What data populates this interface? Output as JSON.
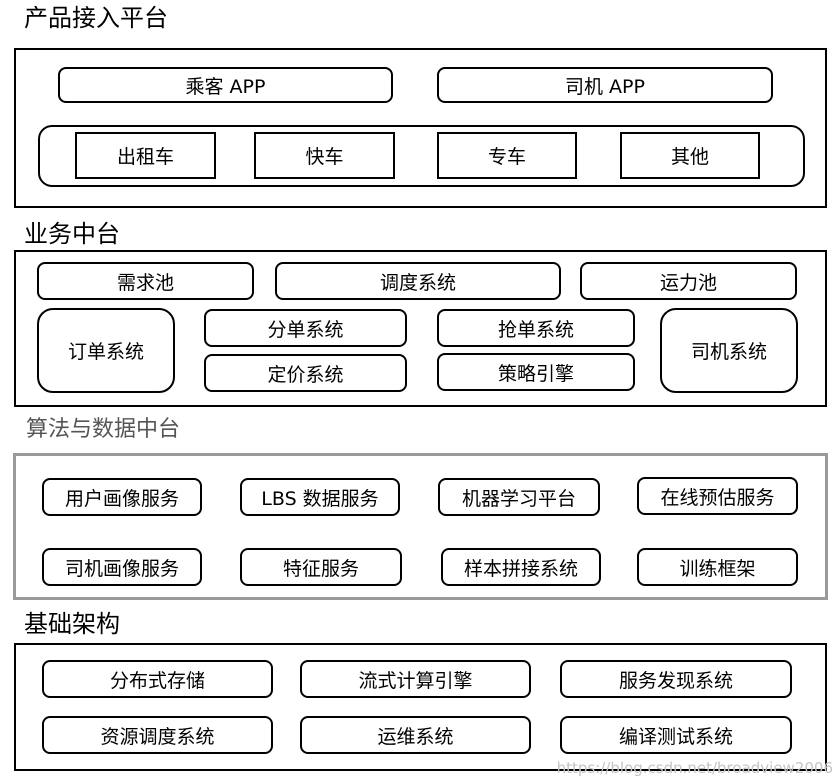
{
  "layer1": {
    "title": "产品接入平台",
    "apps": [
      "乘客 APP",
      "司机 APP"
    ],
    "products": [
      "出租车",
      "快车",
      "专车",
      "其他"
    ]
  },
  "layer2": {
    "title": "业务中台",
    "top": [
      "需求池",
      "调度系统",
      "运力池"
    ],
    "order": "订单系统",
    "dispatch": "分单系统",
    "pricing": "定价系统",
    "grab": "抢单系统",
    "strategy": "策略引擎",
    "driver": "司机系统"
  },
  "layer3": {
    "title": "算法与数据中台",
    "row1": [
      "用户画像服务",
      "LBS 数据服务",
      "机器学习平台",
      "在线预估服务"
    ],
    "row2": [
      "司机画像服务",
      "特征服务",
      "样本拼接系统",
      "训练框架"
    ]
  },
  "layer4": {
    "title": "基础架构",
    "row1": [
      "分布式存储",
      "流式计算引擎",
      "服务发现系统"
    ],
    "row2": [
      "资源调度系统",
      "运维系统",
      "编译测试系统"
    ]
  },
  "watermark": "https://blog.csdn.net/broadview2006"
}
